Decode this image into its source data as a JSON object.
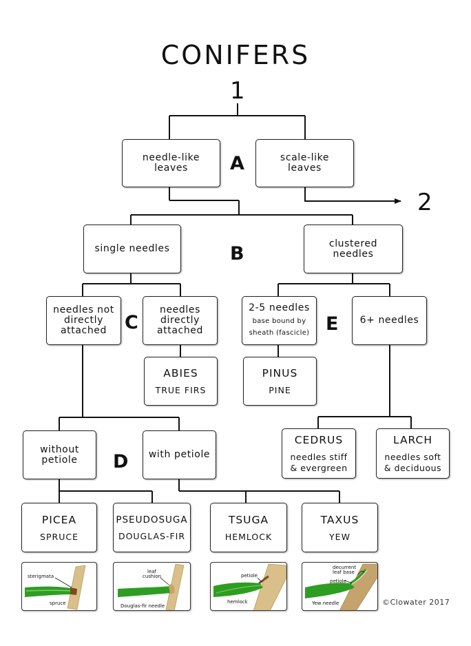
{
  "title": "CONIFERS",
  "numbers": {
    "start": "1",
    "next": "2"
  },
  "letters": {
    "a": "A",
    "b": "B",
    "c": "C",
    "d": "D",
    "e": "E"
  },
  "boxes": {
    "needle_like": "needle-like\nleaves",
    "scale_like": "scale-like\nleaves",
    "single": "single needles",
    "clustered": "clustered\nneedles",
    "not_attached": "needles not\ndirectly\nattached",
    "attached": "needles\ndirectly\nattached",
    "two_five": "2-5 needles",
    "two_five_note": "base bound by\nsheath (fascicle)",
    "six_plus": "6+ needles",
    "without_petiole": "without\npetiole",
    "with_petiole": "with petiole"
  },
  "genera": {
    "abies": {
      "genus": "ABIES",
      "common": "TRUE FIRS"
    },
    "pinus": {
      "genus": "PINUS",
      "common": "PINE"
    },
    "cedrus": {
      "genus": "CEDRUS",
      "desc": "needles stiff\n& evergreen"
    },
    "larch": {
      "genus": "LARCH",
      "desc": "needles soft\n& deciduous"
    },
    "picea": {
      "genus": "PICEA",
      "common": "SPRUCE"
    },
    "pseudosuga": {
      "genus": "PSEUDOSUGA",
      "common": "DOUGLAS-FIR"
    },
    "tsuga": {
      "genus": "TSUGA",
      "common": "HEMLOCK"
    },
    "taxus": {
      "genus": "TAXUS",
      "common": "YEW"
    }
  },
  "illustrations": {
    "spruce": {
      "part": "sterigmata",
      "caption": "spruce"
    },
    "douglas": {
      "part": "leaf\ncushion",
      "caption": "Douglas-fir needle"
    },
    "hemlock": {
      "part": "petiole",
      "caption": "hemlock"
    },
    "yew": {
      "part": "decurrent\nleaf base",
      "part2": "petiole",
      "caption": "Yew needle"
    }
  },
  "credit": "©Clowater 2017",
  "colors": {
    "needle": "#2e9e22",
    "needle_light": "#7fd26e",
    "twig": "#d9c08a",
    "twig_dark": "#b89a5c",
    "base": "#7a4a20"
  }
}
